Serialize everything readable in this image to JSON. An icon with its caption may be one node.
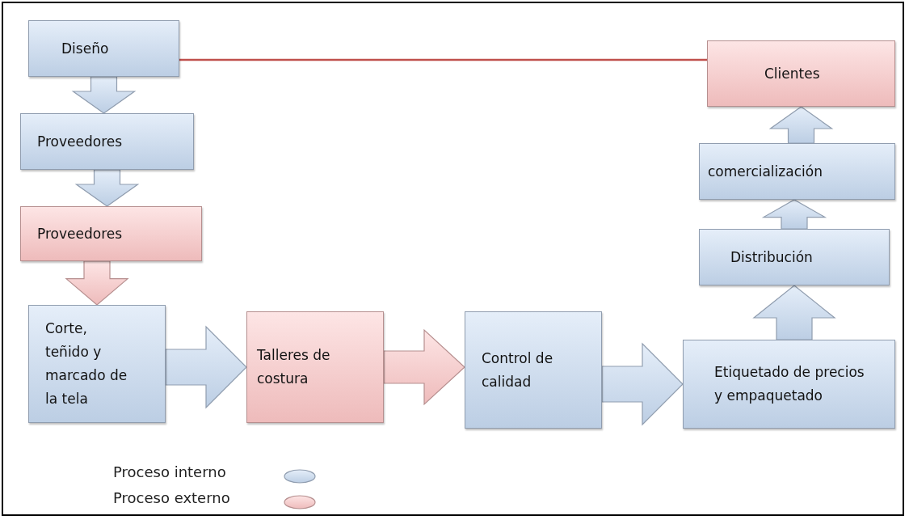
{
  "diagram": {
    "nodes": [
      {
        "text": [
          "Diseño"
        ]
      },
      {
        "text": [
          "Proveedores"
        ]
      },
      {
        "text": [
          "Proveedores"
        ]
      },
      {
        "text": [
          "Corte, teñido y marcado de la tela"
        ]
      },
      {
        "text": [
          "Talleres de costura"
        ]
      },
      {
        "text": [
          "Control de calidad"
        ]
      },
      {
        "text": [
          "Etiquetado de precios y empaquetado"
        ]
      },
      {
        "text": [
          "Distribución"
        ]
      },
      {
        "text": [
          "comercialización"
        ]
      },
      {
        "text": [
          "Clientes"
        ]
      }
    ],
    "edges": [
      {
        "from": 0,
        "to": 1,
        "arrow": "to"
      },
      {
        "from": 1,
        "to": 2,
        "arrow": "to"
      },
      {
        "from": 2,
        "to": 3,
        "arrow": "to",
        "color": "#fbc5c5"
      },
      {
        "from": 3,
        "to": 4,
        "arrow": "to"
      },
      {
        "from": 4,
        "to": 5,
        "arrow": "to",
        "color": "#fbc5c5"
      },
      {
        "from": 5,
        "to": 6,
        "arrow": "to"
      },
      {
        "from": 6,
        "to": 7,
        "arrow": "to"
      },
      {
        "from": 7,
        "to": 8,
        "arrow": "to"
      },
      {
        "from": 8,
        "to": 9,
        "arrow": "to"
      },
      {
        "from": 0,
        "to": 9,
        "arrow": "none",
        "color": "#c0504d"
      }
    ],
    "legend": [
      {
        "text": "Proceso interno",
        "color": "#c6d9f1"
      },
      {
        "text": "Proceso externo",
        "color": "#fbc5c5"
      }
    ]
  }
}
